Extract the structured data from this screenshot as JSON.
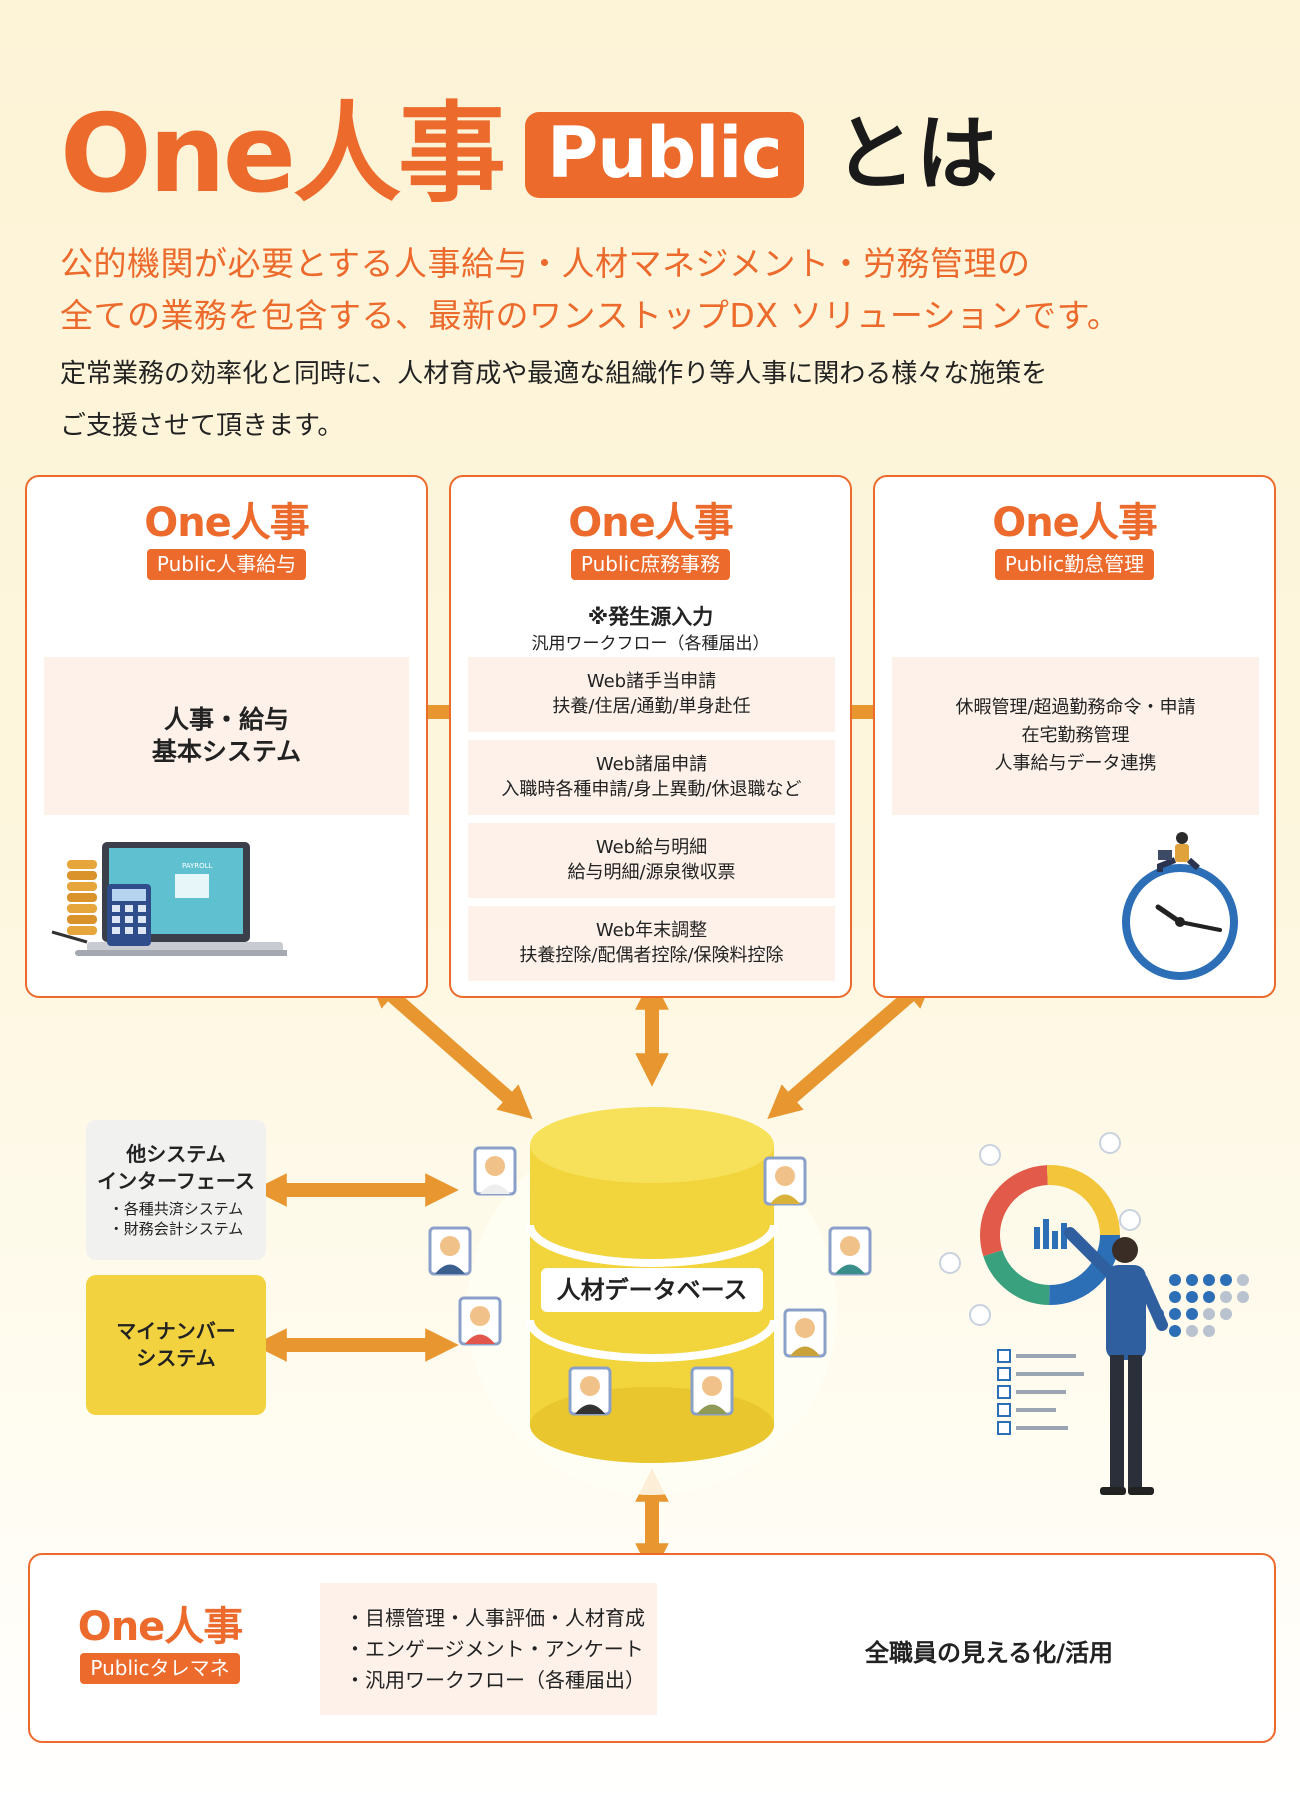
{
  "header": {
    "brand": "One人事",
    "badge": "Public",
    "suffix": "とは",
    "lead_line1": "公的機関が必要とする人事給与・人材マネジメント・労務管理の",
    "lead_line2": "全ての業務を包含する、最新のワンストップDX ソリューションです。",
    "sub_line1": "定常業務の効率化と同時に、人材育成や最適な組織作り等人事に関わる様々な施策を",
    "sub_line2": "ご支援させて頂きます。"
  },
  "colors": {
    "accent": "#ec6a2c",
    "arrow": "#e8962f",
    "panel": "#fdf1ea",
    "database": "#f2d53c"
  },
  "cards": {
    "payroll": {
      "brand": "One人事",
      "tag": "Public人事給与",
      "line1": "人事・給与",
      "line2": "基本システム",
      "screen_text": "PAYROLL"
    },
    "admin": {
      "brand": "One人事",
      "tag": "Public庶務事務",
      "note_main": "※発生源入力",
      "note_sub": "汎用ワークフロー（各種届出）",
      "items": [
        {
          "title": "Web諸手当申請",
          "detail": "扶養/住居/通勤/単身赴任"
        },
        {
          "title": "Web諸届申請",
          "detail": "入職時各種申請/身上異動/休退職など"
        },
        {
          "title": "Web給与明細",
          "detail": "給与明細/源泉徴収票"
        },
        {
          "title": "Web年末調整",
          "detail": "扶養控除/配偶者控除/保険料控除"
        }
      ]
    },
    "attendance": {
      "brand": "One人事",
      "tag": "Public勤怠管理",
      "line1": "休暇管理/超過勤務命令・申請",
      "line2": "在宅勤務管理",
      "line3": "人事給与データ連携"
    }
  },
  "other_system": {
    "title1": "他システム",
    "title2": "インターフェース",
    "items": [
      "・各種共済システム",
      "・財務会計システム"
    ]
  },
  "mynumber": {
    "line1": "マイナンバー",
    "line2": "システム"
  },
  "database": {
    "label": "人材データベース"
  },
  "talent": {
    "brand": "One人事",
    "tag": "Publicタレマネ",
    "items": [
      "・目標管理・人事評価・人材育成",
      "・エンゲージメント・アンケート",
      "・汎用ワークフロー（各種届出）"
    ],
    "result": "全職員の見える化/活用"
  }
}
